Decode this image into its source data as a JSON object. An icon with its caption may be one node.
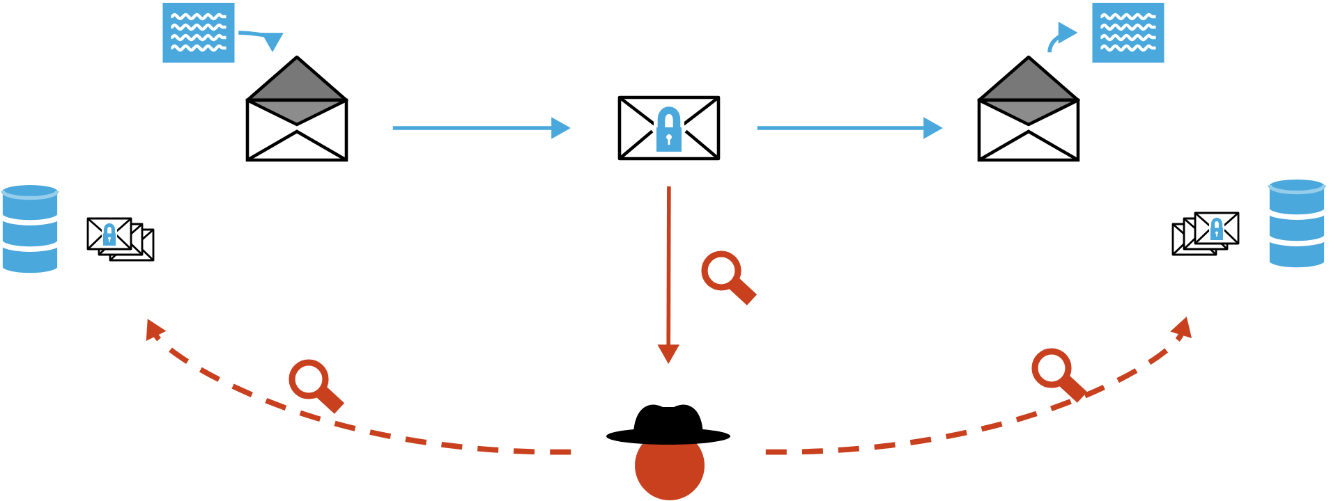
{
  "diagram": {
    "nodes": [
      {
        "text": [],
        "shape": "document"
      },
      {
        "text": [],
        "shape": "envelope"
      },
      {
        "text": [],
        "shape": "envelope"
      },
      {
        "text": [],
        "shape": "envelope"
      },
      {
        "text": [],
        "shape": "document"
      },
      {
        "text": [],
        "shape": "cylinder"
      },
      {
        "text": [],
        "shape": "envelope"
      },
      {
        "text": [],
        "shape": "envelope"
      },
      {
        "text": [],
        "shape": "cylinder"
      },
      {
        "text": [],
        "shape": "person"
      }
    ],
    "edges": [
      {
        "from": 0,
        "to": 1,
        "arrow": "to"
      },
      {
        "from": 1,
        "to": 2,
        "arrow": "to"
      },
      {
        "from": 2,
        "to": 3,
        "arrow": "to"
      },
      {
        "from": 3,
        "to": 4,
        "arrow": "to"
      },
      {
        "from": 2,
        "to": 9,
        "arrow": "to",
        "color": "#c8401e"
      },
      {
        "from": 9,
        "to": 6,
        "arrow": "to",
        "style": "dashed",
        "color": "#c8401e"
      },
      {
        "from": 9,
        "to": 7,
        "arrow": "to",
        "style": "dashed",
        "color": "#c8401e"
      }
    ]
  }
}
